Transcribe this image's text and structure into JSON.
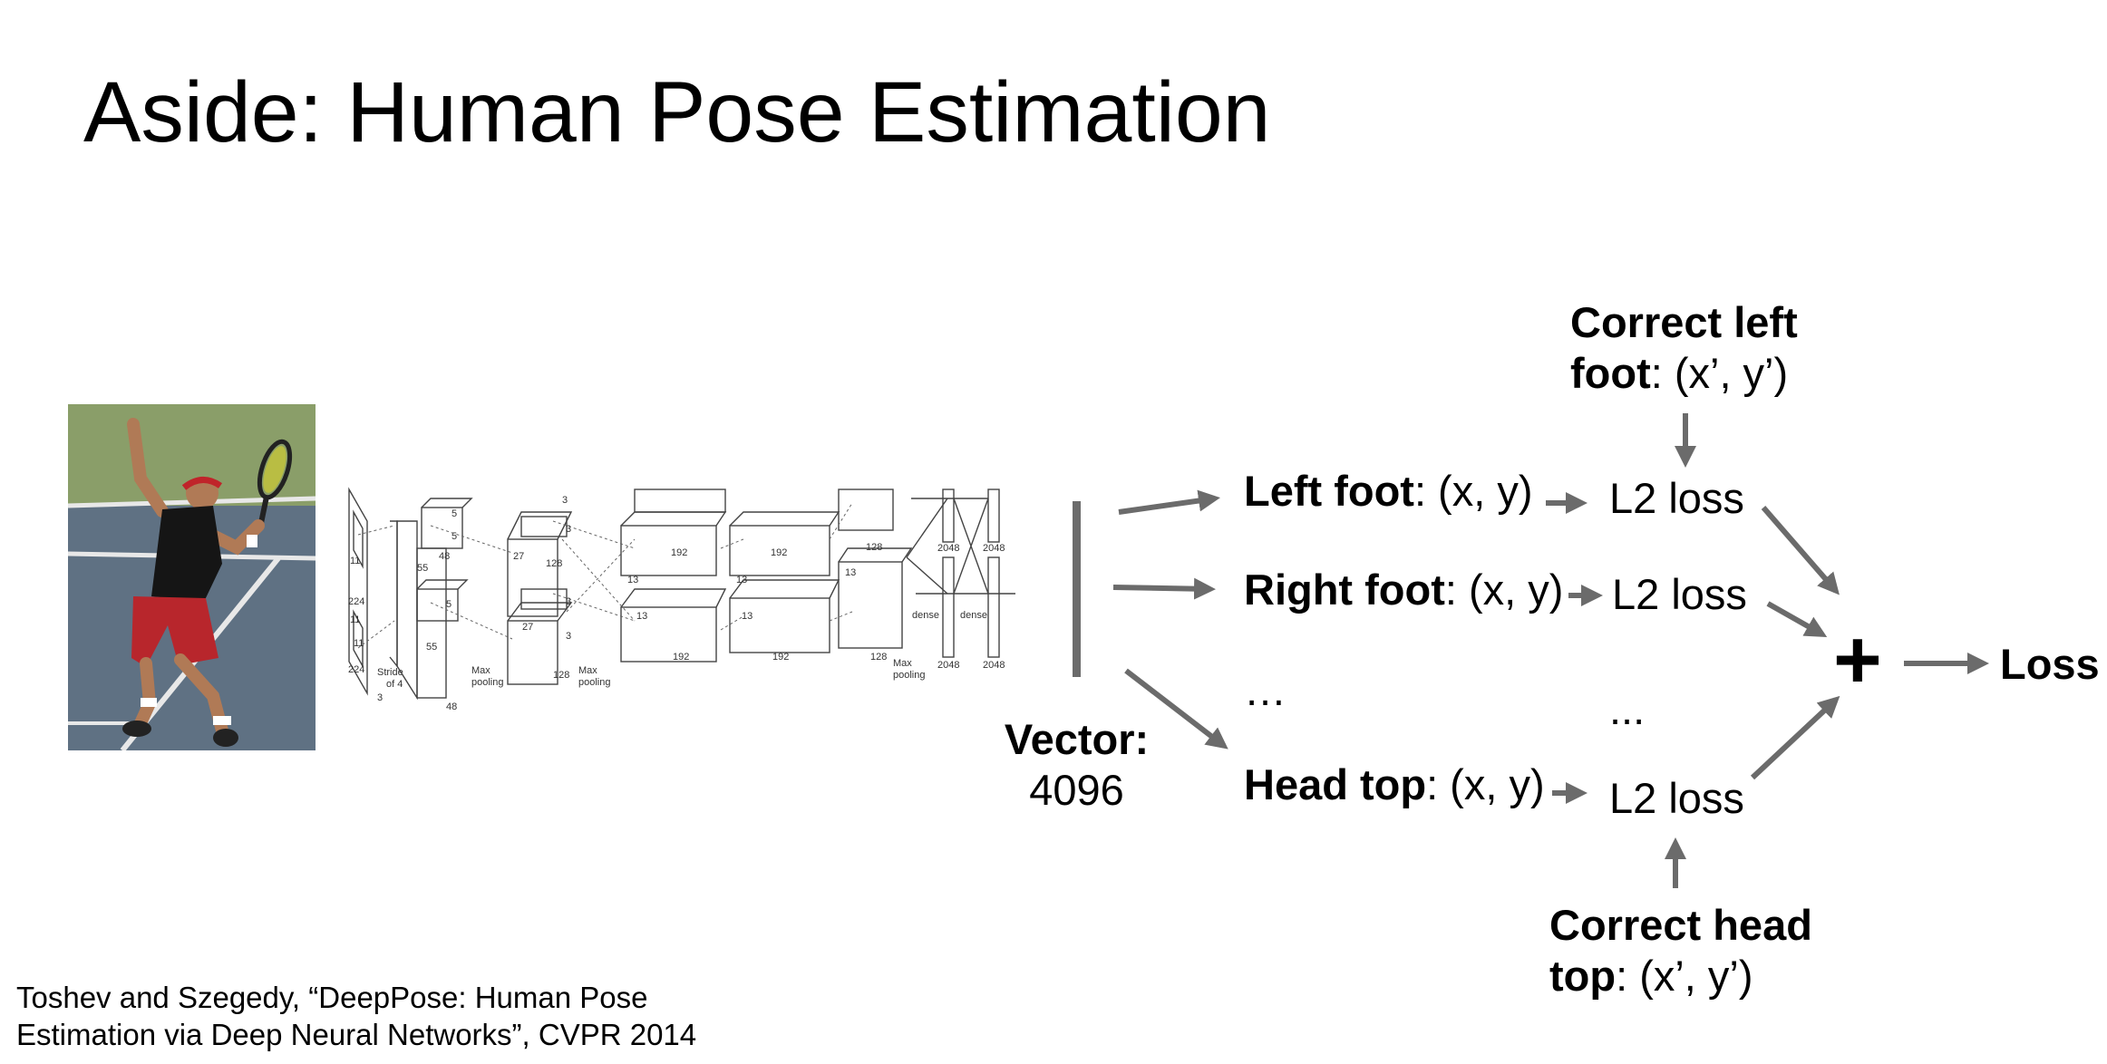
{
  "title": "Aside: Human Pose Estimation",
  "photo": {
    "subject": "tennis player serving"
  },
  "cnn": {
    "sizes": {
      "s224a": "224",
      "s224b": "224",
      "s11a": "11",
      "s11b": "11",
      "s11c": "11",
      "s3": "3",
      "s55a": "55",
      "s55b": "55",
      "s5a": "5",
      "s5b": "5",
      "s5c": "5",
      "s48a": "48",
      "s48b": "48",
      "s27": "27",
      "s27b": "27",
      "s128a": "128",
      "s128b": "128",
      "s3a": "3",
      "s3b": "3",
      "s3c": "3",
      "s3d": "3",
      "s13a": "13",
      "s13b": "13",
      "s13c": "13",
      "s13d": "13",
      "s13e": "13",
      "s192a": "192",
      "s192b": "192",
      "s192c": "192",
      "s192d": "192",
      "s128c": "128",
      "s128d": "128",
      "d2048a": "2048",
      "d2048b": "2048",
      "d2048c": "2048",
      "d2048d": "2048"
    },
    "stride_label_1": "Stride",
    "stride_label_2": "of 4",
    "maxpool_1": "Max",
    "maxpool_2": "pooling",
    "dense_label": "dense"
  },
  "vector": {
    "label": "Vector:",
    "value": "4096"
  },
  "outputs": [
    {
      "name": "Left foot",
      "coords": ": (x, y)"
    },
    {
      "name": "Right foot",
      "coords": ": (x, y)"
    },
    {
      "name": "…",
      "coords": ""
    },
    {
      "name": "Head top",
      "coords": ": (x, y)"
    }
  ],
  "losses": [
    "L2 loss",
    "L2 loss",
    "...",
    "L2 loss"
  ],
  "correct_top": {
    "line1": "Correct left",
    "line2_bold": "foot",
    "line2_rest": ": (x’, y’)"
  },
  "correct_bottom": {
    "line1": "Correct head",
    "line2_bold": "top",
    "line2_rest": ": (x’, y’)"
  },
  "sum_symbol": "+",
  "loss_label": "Loss",
  "citation": {
    "line1": "Toshev and Szegedy, “DeepPose: Human Pose",
    "line2": "Estimation via Deep Neural Networks”, CVPR 2014"
  },
  "colors": {
    "arrow": "#6b6b6b",
    "court_green": "#8a9e69",
    "court_blue": "#5f7183",
    "shirt": "#151515",
    "shorts": "#b8262c"
  }
}
